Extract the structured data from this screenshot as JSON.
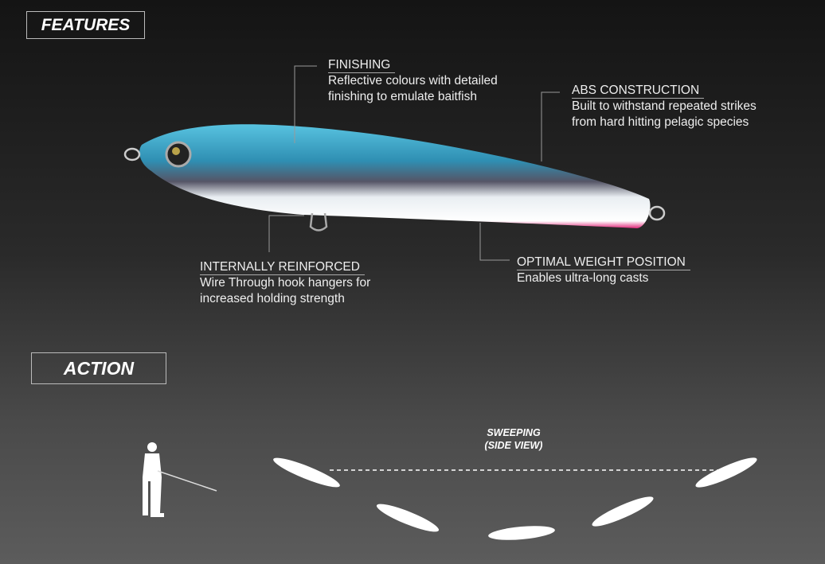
{
  "features_heading": "FEATURES",
  "action_heading": "ACTION",
  "callouts": [
    {
      "title": "FINISHING",
      "lines": [
        "Reflective colours with detailed",
        "finishing to emulate baitfish"
      ]
    },
    {
      "title": "ABS CONSTRUCTION",
      "lines": [
        "Built to withstand repeated strikes",
        "from hard hitting pelagic species"
      ]
    },
    {
      "title": "INTERNALLY REINFORCED",
      "lines": [
        "Wire Through hook hangers for",
        "increased holding strength"
      ]
    },
    {
      "title": "OPTIMAL WEIGHT POSITION",
      "lines": [
        "Enables ultra-long casts"
      ]
    }
  ],
  "action": {
    "label_line1": "SWEEPING",
    "label_line2": "(SIDE VIEW)"
  },
  "colors": {
    "lure_back": "#3aa6c8",
    "lure_belly": "#f2f2f2",
    "lure_stripe": "#e0287a"
  }
}
